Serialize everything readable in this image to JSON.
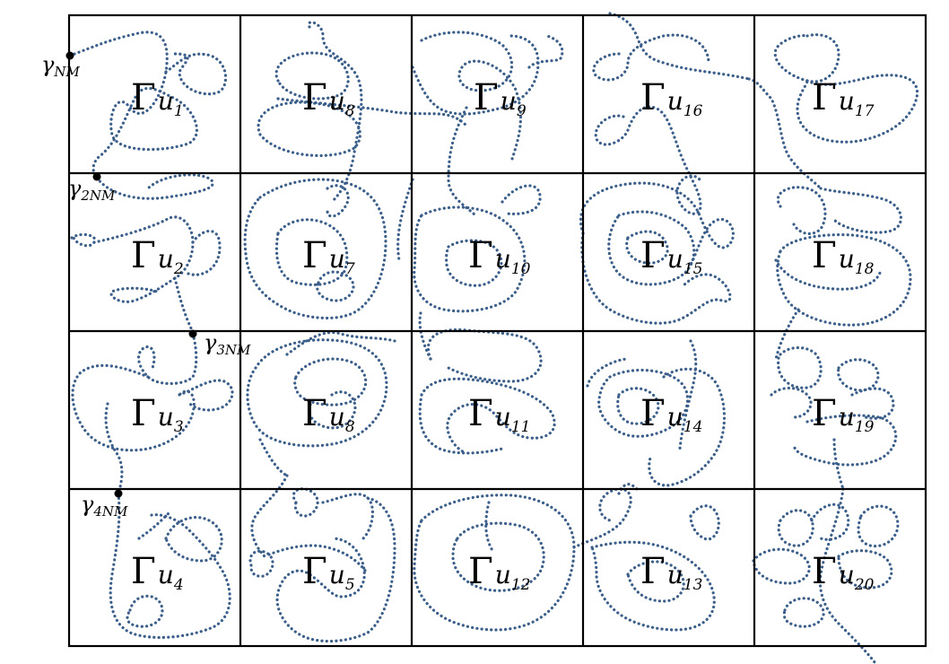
{
  "grid": {
    "rows": 4,
    "cols": 5
  },
  "cells": [
    {
      "id": "u1",
      "gamma": "Γ",
      "var": "u",
      "sub": "1"
    },
    {
      "id": "u8a",
      "gamma": "Γ",
      "var": "u",
      "sub": "8"
    },
    {
      "id": "u9",
      "gamma": "Γ",
      "var": "u",
      "sub": "9"
    },
    {
      "id": "u16",
      "gamma": "Γ",
      "var": "u",
      "sub": "16"
    },
    {
      "id": "u17",
      "gamma": "Γ",
      "var": "u",
      "sub": "17"
    },
    {
      "id": "u2",
      "gamma": "Γ",
      "var": "u",
      "sub": "2"
    },
    {
      "id": "u7",
      "gamma": "Γ",
      "var": "u",
      "sub": "7"
    },
    {
      "id": "u10",
      "gamma": "Γ",
      "var": "u",
      "sub": "10"
    },
    {
      "id": "u15",
      "gamma": "Γ",
      "var": "u",
      "sub": "15"
    },
    {
      "id": "u18",
      "gamma": "Γ",
      "var": "u",
      "sub": "18"
    },
    {
      "id": "u3",
      "gamma": "Γ",
      "var": "u",
      "sub": "3"
    },
    {
      "id": "u8b",
      "gamma": "Γ",
      "var": "u",
      "sub": "8"
    },
    {
      "id": "u11",
      "gamma": "Γ",
      "var": "u",
      "sub": "11"
    },
    {
      "id": "u14",
      "gamma": "Γ",
      "var": "u",
      "sub": "14"
    },
    {
      "id": "u19",
      "gamma": "Γ",
      "var": "u",
      "sub": "19"
    },
    {
      "id": "u4",
      "gamma": "Γ",
      "var": "u",
      "sub": "4"
    },
    {
      "id": "u5",
      "gamma": "Γ",
      "var": "u",
      "sub": "5"
    },
    {
      "id": "u12",
      "gamma": "Γ",
      "var": "u",
      "sub": "12"
    },
    {
      "id": "u13",
      "gamma": "Γ",
      "var": "u",
      "sub": "13"
    },
    {
      "id": "u20",
      "gamma": "Γ",
      "var": "u",
      "sub": "20"
    }
  ],
  "start_points": [
    {
      "id": "gamma-nm",
      "symbol": "γ",
      "sub": "NM"
    },
    {
      "id": "gamma-2nm",
      "symbol": "γ",
      "sub": "2NM"
    },
    {
      "id": "gamma-3nm",
      "symbol": "γ",
      "sub": "3NM"
    },
    {
      "id": "gamma-4nm",
      "symbol": "γ",
      "sub": "4NM"
    }
  ],
  "colors": {
    "path": "#3b5f8a",
    "grid": "#000000"
  }
}
